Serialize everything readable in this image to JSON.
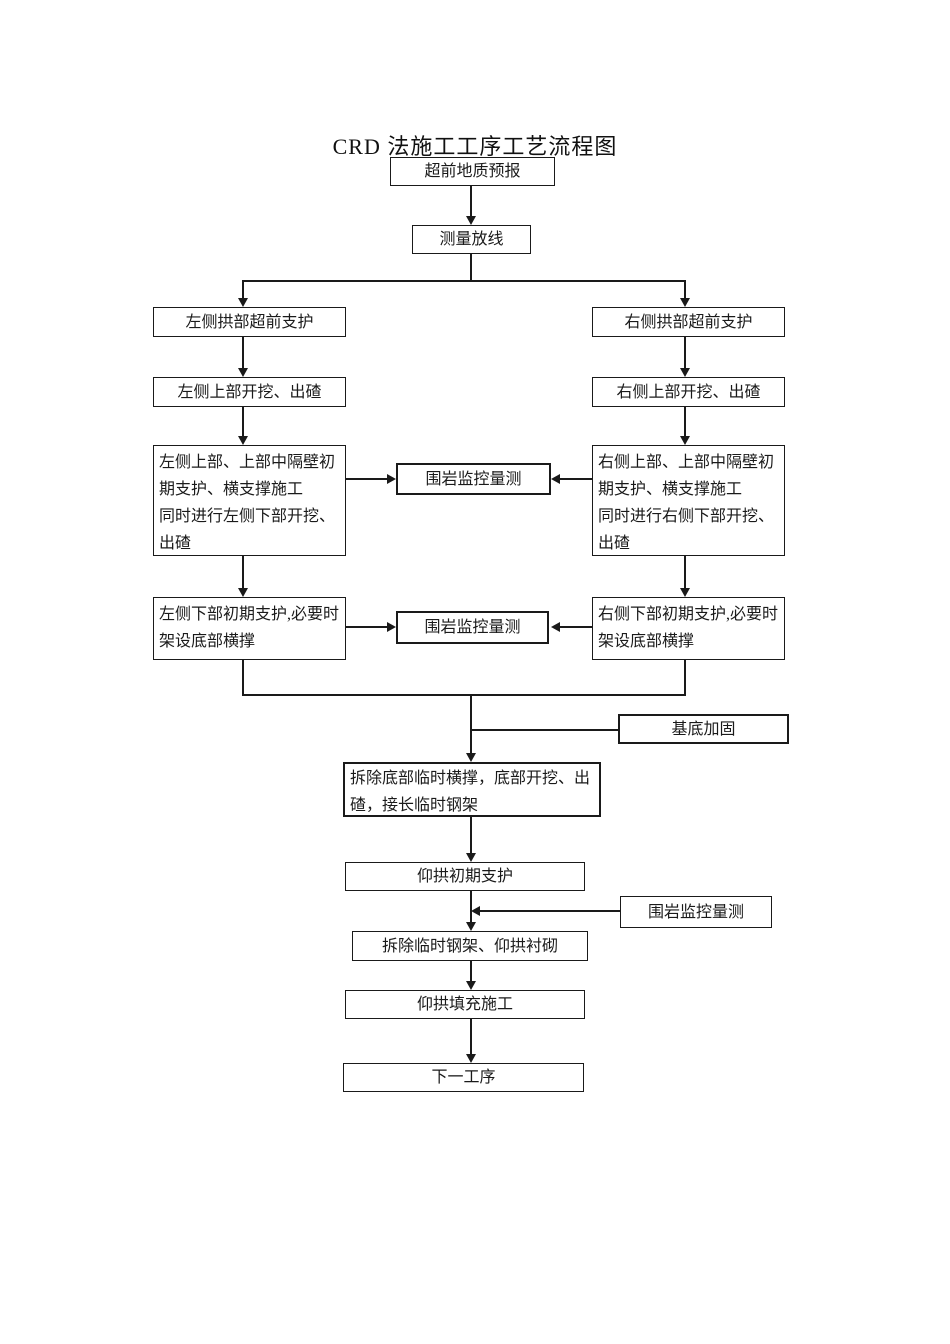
{
  "page": {
    "background": "#ffffff",
    "ink": "#1a1a1a"
  },
  "title": "CRD 法施工工序工艺流程图",
  "nodes": {
    "advance_geological_forecast": "超前地质预报",
    "survey_layout": "测量放线",
    "left_arch_presupport": "左侧拱部超前支护",
    "right_arch_presupport": "右侧拱部超前支护",
    "left_upper_excavate": "左侧上部开挖、出碴",
    "right_upper_excavate": "右侧上部开挖、出碴",
    "left_upper_support": "左侧上部、上部中隔壁初\n期支护、横支撑施工\n同时进行左侧下部开挖、\n出碴",
    "right_upper_support": "右侧上部、上部中隔壁初\n期支护、横支撑施工\n同时进行右侧下部开挖、\n出碴",
    "rock_monitor_1": "围岩监控量测",
    "rock_monitor_2": "围岩监控量测",
    "rock_monitor_3": "围岩监控量测",
    "left_lower_support": "左侧下部初期支护,必要时\n架设底部横撑",
    "right_lower_support": "右侧下部初期支护,必要时\n架设底部横撑",
    "base_reinforcement": "基底加固",
    "remove_bottom_brace": "拆除底部临时横撑，底部开挖、出\n碴，接长临时钢架",
    "invert_initial_support": "仰拱初期支护",
    "remove_temp_frame": "拆除临时钢架、仰拱衬砌",
    "invert_fill": "仰拱填充施工",
    "next_process": "下一工序"
  }
}
